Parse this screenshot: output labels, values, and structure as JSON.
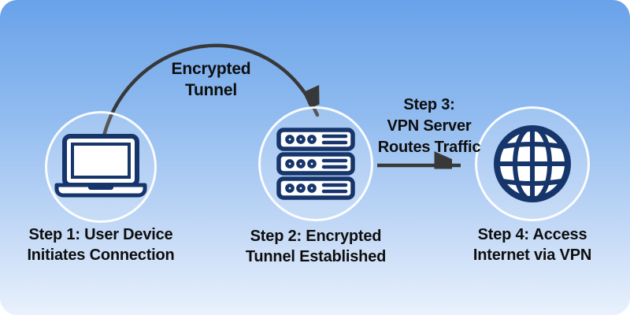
{
  "canvas": {
    "background_top": "#69a2e9",
    "background_bottom": "#e9f1fc",
    "outer_background": "#ffffff"
  },
  "colors": {
    "icon_navy": "#16356b",
    "arrow_dark": "#383838",
    "text": "#0e0e0e",
    "circle_ring": "#ffffff"
  },
  "diagram": {
    "nodes": [
      {
        "id": "user-device",
        "icon": "laptop-icon",
        "label_line1": "Step 1: User Device",
        "label_line2": "Initiates Connection"
      },
      {
        "id": "vpn-server",
        "icon": "server-icon",
        "label_line1": "Step 2: Encrypted",
        "label_line2": "Tunnel Established"
      },
      {
        "id": "internet",
        "icon": "globe-icon",
        "label_line1": "Step 4: Access",
        "label_line2": "Internet via VPN"
      }
    ],
    "edges": [
      {
        "id": "encrypted-tunnel",
        "from": "user-device",
        "to": "vpn-server",
        "style": "curved",
        "label_line1": "Encrypted",
        "label_line2": "Tunnel"
      },
      {
        "id": "routes-traffic",
        "from": "vpn-server",
        "to": "internet",
        "style": "straight",
        "label_line1": "Step 3:",
        "label_line2": "VPN Server",
        "label_line3": "Routes Traffic"
      }
    ]
  }
}
